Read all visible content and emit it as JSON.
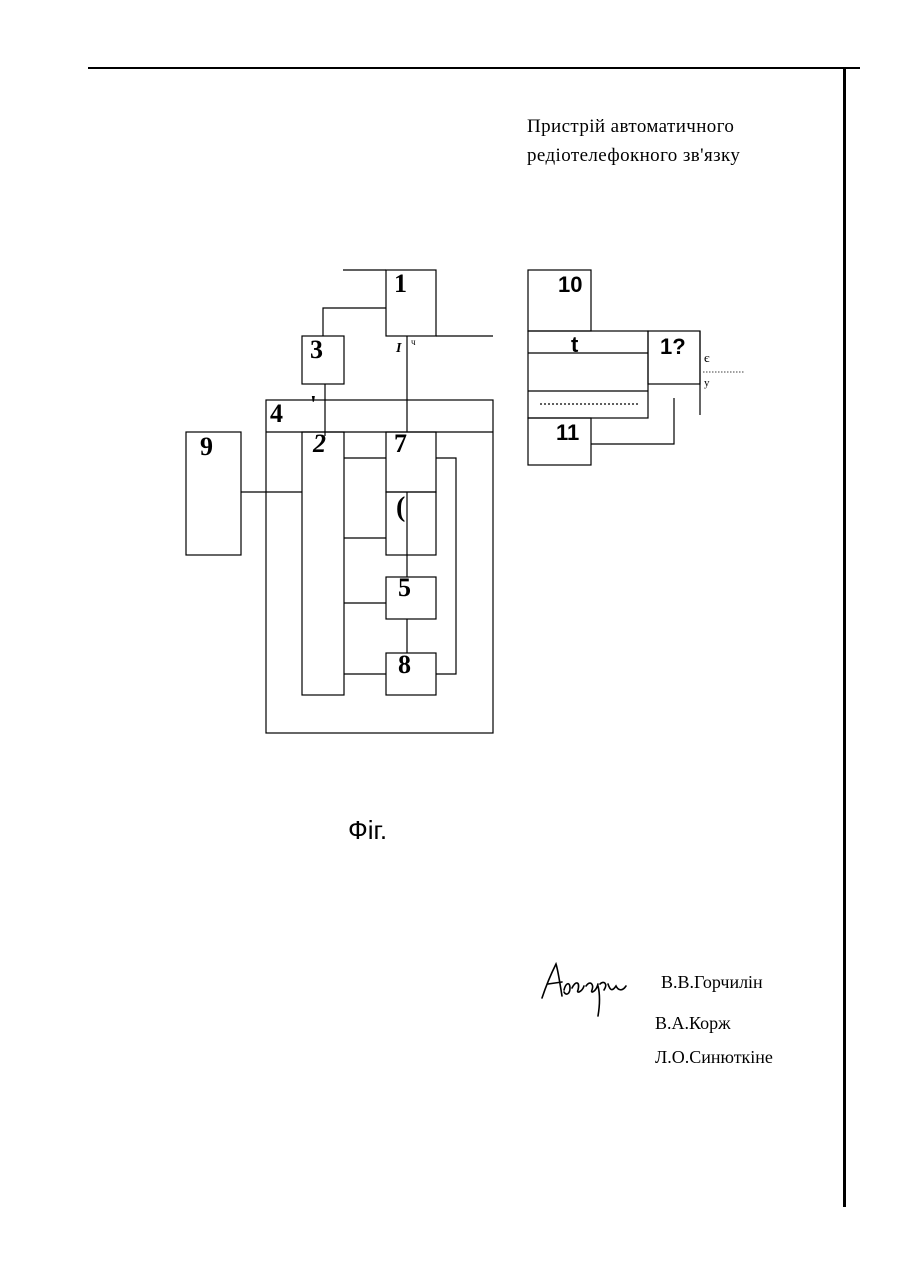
{
  "title": {
    "line1": "Пристрій автоматичного",
    "line2": "редіотелефокного зв'язку"
  },
  "diagram": {
    "block_labels": {
      "b1": "1",
      "b3": "3",
      "b4": "4",
      "b4_mark": "'",
      "b2": "2",
      "b7": "7",
      "b6": "(",
      "b5": "5",
      "b8": "8",
      "b9": "9",
      "b10": "10",
      "b11": "11",
      "b12": "1?",
      "bt": "t"
    },
    "small_marks": {
      "i_mark": "I",
      "ch_mark": "ч",
      "e_mark": "є",
      "y_mark": "у"
    }
  },
  "caption": "Фіг.",
  "authors": {
    "signature_text": "Автори",
    "names": [
      "В.В.Горчилін",
      "В.А.Корж",
      "Л.О.Синюткіне"
    ]
  }
}
